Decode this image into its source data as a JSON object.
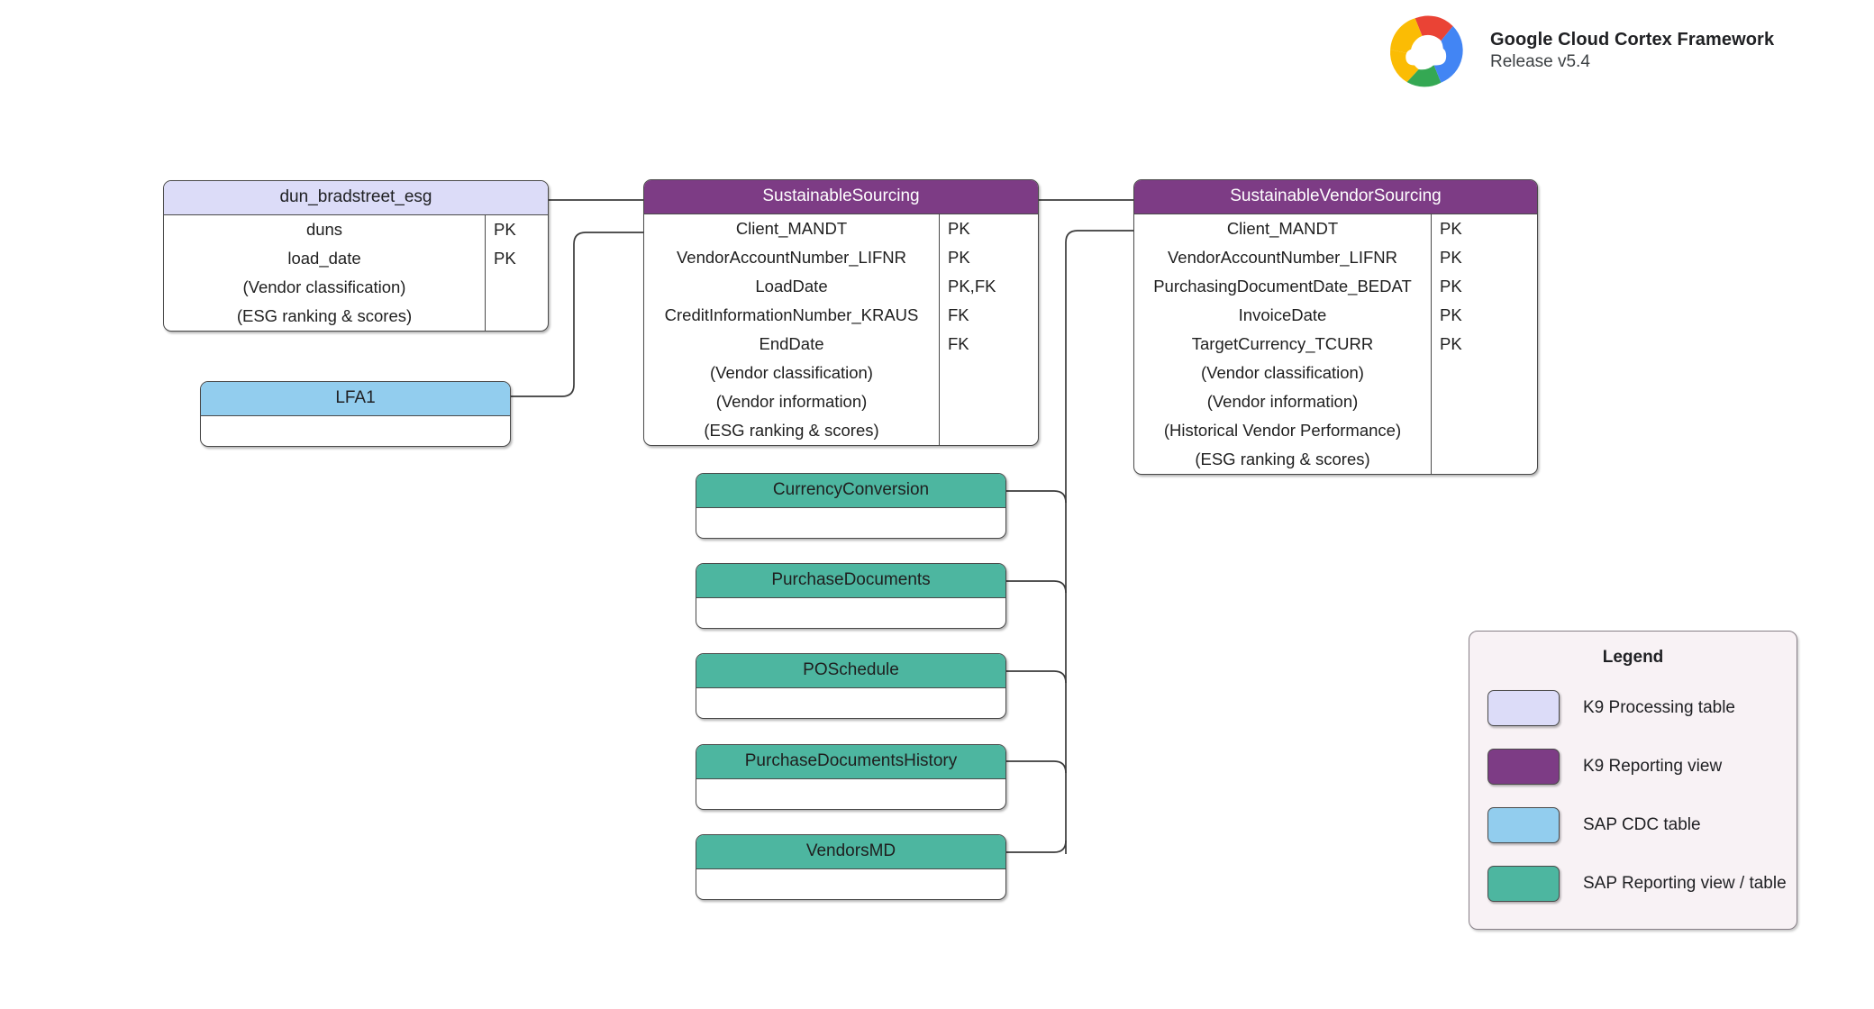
{
  "header": {
    "logo_icon": "google-cloud-logo",
    "title": "Google Cloud Cortex Framework",
    "release": "Release v5.4"
  },
  "palette": {
    "k9_processing_table": "#dcdcf8",
    "k9_reporting_view": "#7d3c85",
    "sap_cdc_table": "#92cdee",
    "sap_reporting_view": "#4db6a0",
    "border": "#4a4a4a",
    "legend_background": "#f8f2f5",
    "canvas_background": "#ffffff"
  },
  "entities": [
    {
      "id": "dun-bradstreet-esg",
      "name": "dun_bradstreet_esg",
      "kind": "k9proc",
      "fields": [
        {
          "name": "duns",
          "key": "PK"
        },
        {
          "name": "load_date",
          "key": "PK"
        },
        {
          "name": "(Vendor classification)",
          "key": ""
        },
        {
          "name": "(ESG ranking & scores)",
          "key": ""
        }
      ]
    },
    {
      "id": "sustainable-sourcing",
      "name": "SustainableSourcing",
      "kind": "k9view",
      "fields": [
        {
          "name": "Client_MANDT",
          "key": "PK"
        },
        {
          "name": "VendorAccountNumber_LIFNR",
          "key": "PK"
        },
        {
          "name": "LoadDate",
          "key": "PK,FK"
        },
        {
          "name": "CreditInformationNumber_KRAUS",
          "key": "FK"
        },
        {
          "name": "EndDate",
          "key": "FK"
        },
        {
          "name": "(Vendor classification)",
          "key": ""
        },
        {
          "name": "(Vendor information)",
          "key": ""
        },
        {
          "name": "(ESG ranking & scores)",
          "key": ""
        }
      ]
    },
    {
      "id": "sustainable-vendor-sourcing",
      "name": "SustainableVendorSourcing",
      "kind": "k9view",
      "fields": [
        {
          "name": "Client_MANDT",
          "key": "PK"
        },
        {
          "name": "VendorAccountNumber_LIFNR",
          "key": "PK"
        },
        {
          "name": "PurchasingDocumentDate_BEDAT",
          "key": "PK"
        },
        {
          "name": "InvoiceDate",
          "key": "PK"
        },
        {
          "name": "TargetCurrency_TCURR",
          "key": "PK"
        },
        {
          "name": "(Vendor classification)",
          "key": ""
        },
        {
          "name": "(Vendor information)",
          "key": ""
        },
        {
          "name": "(Historical Vendor Performance)",
          "key": ""
        },
        {
          "name": "(ESG ranking & scores)",
          "key": ""
        }
      ]
    },
    {
      "id": "lfa1",
      "name": "LFA1",
      "kind": "sapcdc",
      "fields": []
    },
    {
      "id": "currency-conversion",
      "name": "CurrencyConversion",
      "kind": "sapview",
      "fields": []
    },
    {
      "id": "purchase-documents",
      "name": "PurchaseDocuments",
      "kind": "sapview",
      "fields": []
    },
    {
      "id": "po-schedule",
      "name": "POSchedule",
      "kind": "sapview",
      "fields": []
    },
    {
      "id": "purchase-documents-history",
      "name": "PurchaseDocumentsHistory",
      "kind": "sapview",
      "fields": []
    },
    {
      "id": "vendors-md",
      "name": "VendorsMD",
      "kind": "sapview",
      "fields": []
    }
  ],
  "legend": {
    "title": "Legend",
    "items": [
      {
        "label": "K9 Processing table",
        "swatch": "#dcdcf8"
      },
      {
        "label": "K9 Reporting view",
        "swatch": "#7d3c85"
      },
      {
        "label": "SAP CDC table",
        "swatch": "#92cdee"
      },
      {
        "label": "SAP Reporting view / table",
        "swatch": "#4db6a0"
      }
    ]
  }
}
